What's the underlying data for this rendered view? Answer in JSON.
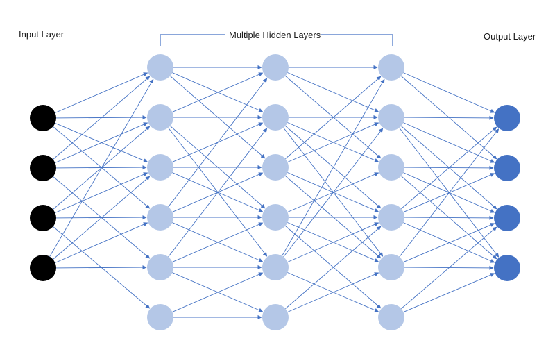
{
  "labels": {
    "input": "Input Layer",
    "hidden": "Multiple Hidden Layers",
    "output": "Output Layer"
  },
  "colors": {
    "input_node": "#000000",
    "hidden_node": "#b4c7e7",
    "output_node": "#4472c4",
    "edge": "#4472c4",
    "bracket": "#4472c4"
  },
  "layers": [
    {
      "name": "input",
      "nodes": 4
    },
    {
      "name": "hidden-1",
      "nodes": 6
    },
    {
      "name": "hidden-2",
      "nodes": 6
    },
    {
      "name": "hidden-3",
      "nodes": 6
    },
    {
      "name": "output",
      "nodes": 4
    }
  ]
}
